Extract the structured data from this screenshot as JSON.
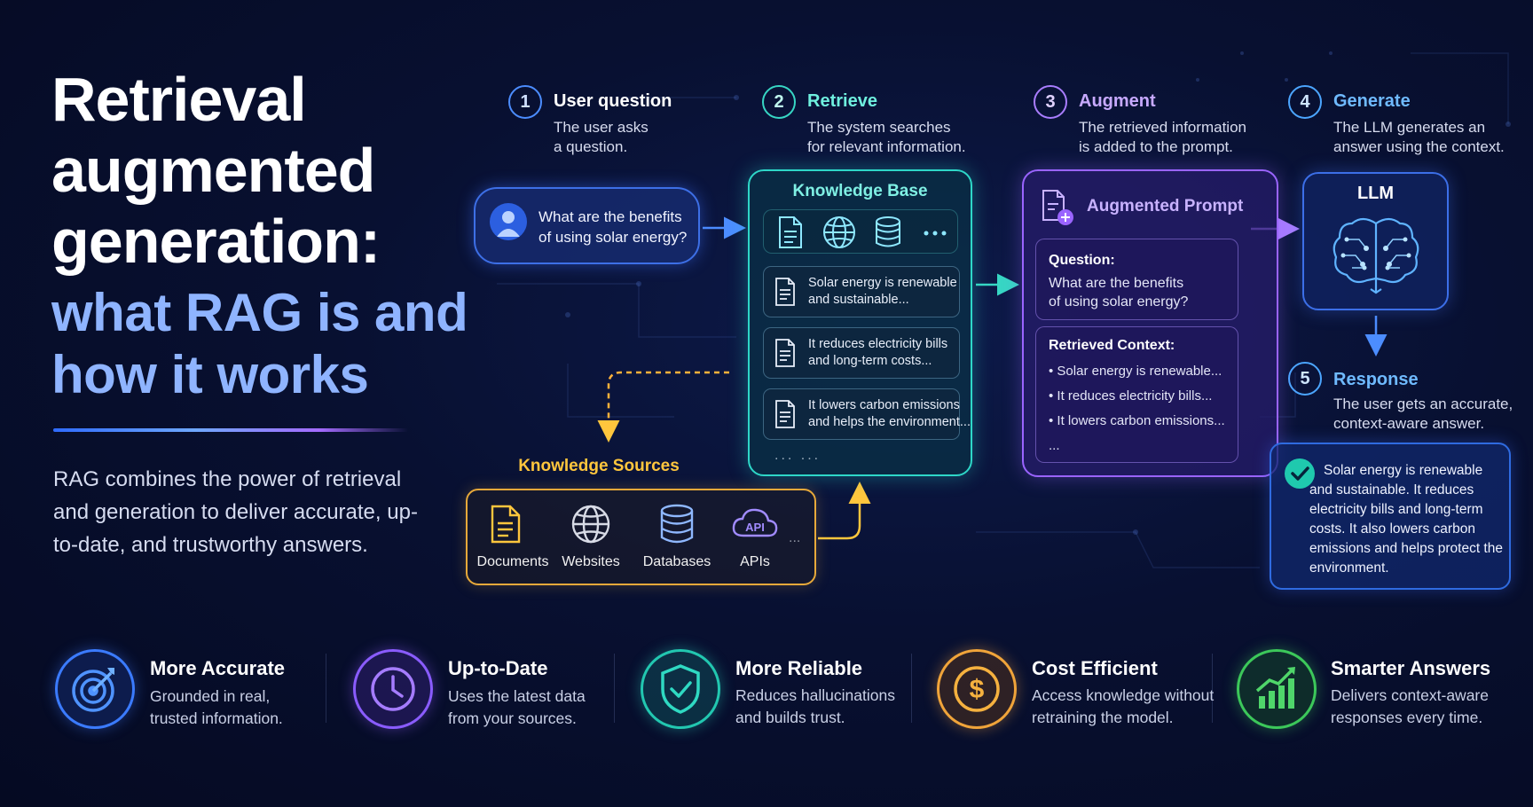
{
  "title": {
    "line1": "Retrieval",
    "line2": "augmented",
    "line3": "generation:",
    "accent1": "what RAG is and",
    "accent2": "how it works"
  },
  "intro": "RAG combines the power of retrieval and generation to deliver accurate, up-to-date, and trustworthy answers.",
  "steps": [
    {
      "num": "1",
      "title": "User question",
      "desc1": "The user asks",
      "desc2": "a question.",
      "color": "#4c8dff"
    },
    {
      "num": "2",
      "title": "Retrieve",
      "desc1": "The system searches",
      "desc2": "for relevant information.",
      "color": "#37d6c4"
    },
    {
      "num": "3",
      "title": "Augment",
      "desc1": "The retrieved information",
      "desc2": "is added to the prompt.",
      "color": "#a97dff"
    },
    {
      "num": "4",
      "title": "Generate",
      "desc1": "The LLM generates an",
      "desc2": "answer using the context.",
      "color": "#4ca6ff"
    },
    {
      "num": "5",
      "title": "Response",
      "desc1": "The user gets an accurate,",
      "desc2": "context-aware answer.",
      "color": "#4ca6ff"
    }
  ],
  "question": {
    "line1": "What are the benefits",
    "line2": "of using solar energy?"
  },
  "knowledge_base": {
    "title": "Knowledge Base",
    "docs": [
      {
        "line1": "Solar energy is renewable",
        "line2": "and sustainable..."
      },
      {
        "line1": "It reduces electricity bills",
        "line2": "and long-term costs..."
      },
      {
        "line1": "It lowers carbon emissions",
        "line2": "and helps the environment..."
      }
    ],
    "more": "... ..."
  },
  "augmented_prompt": {
    "title": "Augmented Prompt",
    "question_label": "Question:",
    "question_line1": "What are the benefits",
    "question_line2": "of using solar energy?",
    "context_label": "Retrieved Context:",
    "context_items": [
      "• Solar energy is renewable...",
      "• It reduces electricity bills...",
      "• It lowers carbon emissions...",
      "..."
    ]
  },
  "llm": {
    "label": "LLM"
  },
  "response": {
    "text": "Solar energy is renewable and sustainable. It reduces electricity bills and long-term costs. It also lowers carbon emissions and helps protect the environment."
  },
  "knowledge_sources": {
    "title": "Knowledge Sources",
    "items": [
      "Documents",
      "Websites",
      "Databases",
      "APIs"
    ],
    "api_badge": "API",
    "more": "..."
  },
  "benefits": [
    {
      "title": "More Accurate",
      "desc1": "Grounded in real,",
      "desc2": "trusted information.",
      "icon": "target-icon",
      "color": "#3b7bff"
    },
    {
      "title": "Up-to-Date",
      "desc1": "Uses the latest data",
      "desc2": "from your sources.",
      "icon": "clock-icon",
      "color": "#8a5cff"
    },
    {
      "title": "More Reliable",
      "desc1": "Reduces hallucinations",
      "desc2": "and builds trust.",
      "icon": "shield-check-icon",
      "color": "#22c7b0"
    },
    {
      "title": "Cost Efficient",
      "desc1": "Access knowledge without",
      "desc2": "retraining the model.",
      "icon": "dollar-coin-icon",
      "color": "#f0a43a"
    },
    {
      "title": "Smarter Answers",
      "desc1": "Delivers context-aware",
      "desc2": "responses every time.",
      "icon": "growth-chart-icon",
      "color": "#3cc85a"
    }
  ]
}
